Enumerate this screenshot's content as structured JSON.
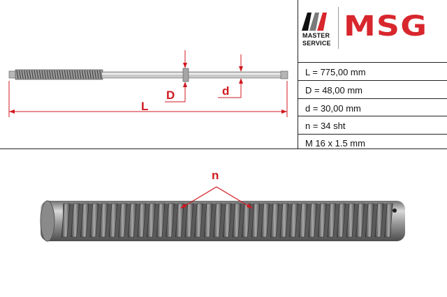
{
  "brand": {
    "logo_text": "MSG",
    "tagline_line1": "MASTER",
    "tagline_line2": "SERVICE",
    "colors": {
      "red": "#d8262d",
      "gray": "#7a7a7a",
      "dark": "#111111"
    }
  },
  "dimension_labels": {
    "length": "L",
    "outer_diameter": "D",
    "inner_diameter": "d",
    "tooth_count": "n"
  },
  "specs": [
    {
      "text": "L = 775,00 mm"
    },
    {
      "text": "D = 48,00 mm"
    },
    {
      "text": "d = 30,00 mm"
    },
    {
      "text": "n = 34 sht"
    },
    {
      "text": "M 16 x 1.5 mm"
    }
  ],
  "accent_color": "#d01820"
}
